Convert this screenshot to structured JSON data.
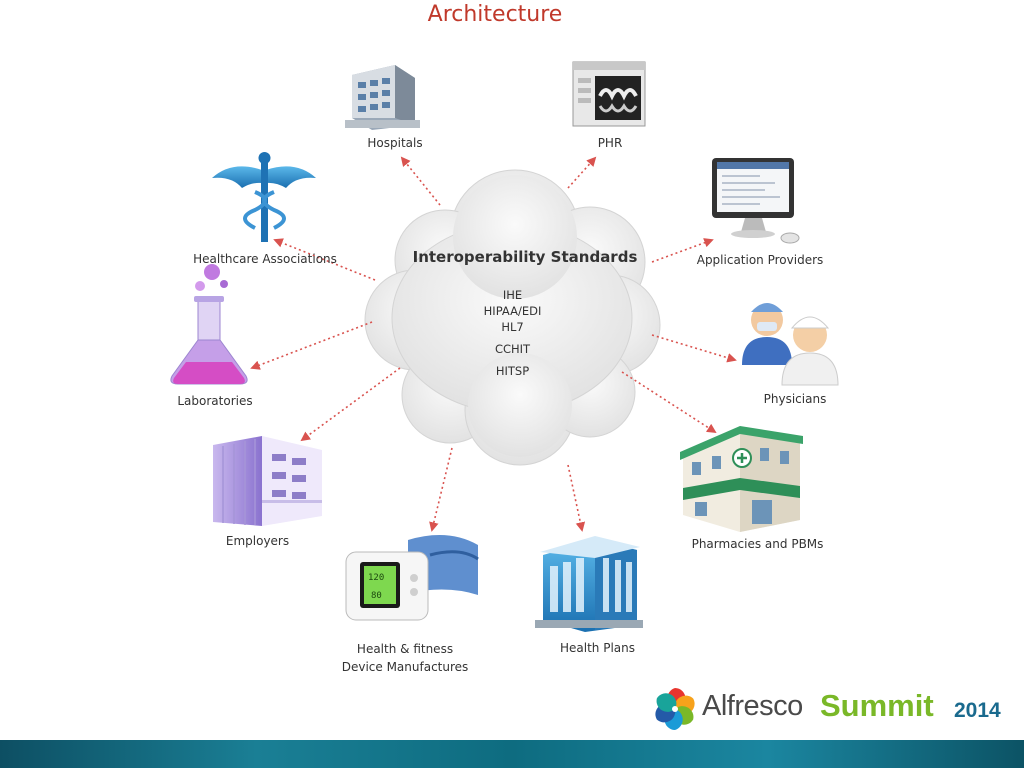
{
  "title": "Architecture",
  "center": {
    "title": "Interoperability Standards",
    "standards": [
      "IHE",
      "HIPAA/EDI",
      "HL7",
      "CCHIT",
      "HITSP"
    ]
  },
  "nodes": {
    "hospitals": "Hospitals",
    "phr": "PHR",
    "application_providers": "Application Providers",
    "physicians": "Physicians",
    "pharmacies": "Pharmacies and PBMs",
    "health_plans": "Health Plans",
    "device_line1": "Health & fitness",
    "device_line2": "Device Manufactures",
    "employers": "Employers",
    "laboratories": "Laboratories",
    "associations": "Healthcare Associations"
  },
  "logo": {
    "brand": "Alfresco",
    "event": "Summit",
    "year": "2014"
  },
  "colors": {
    "title": "#c0392b",
    "arrow": "#d9534f",
    "summit_green": "#7ab828",
    "footer": "#0e6c80"
  }
}
